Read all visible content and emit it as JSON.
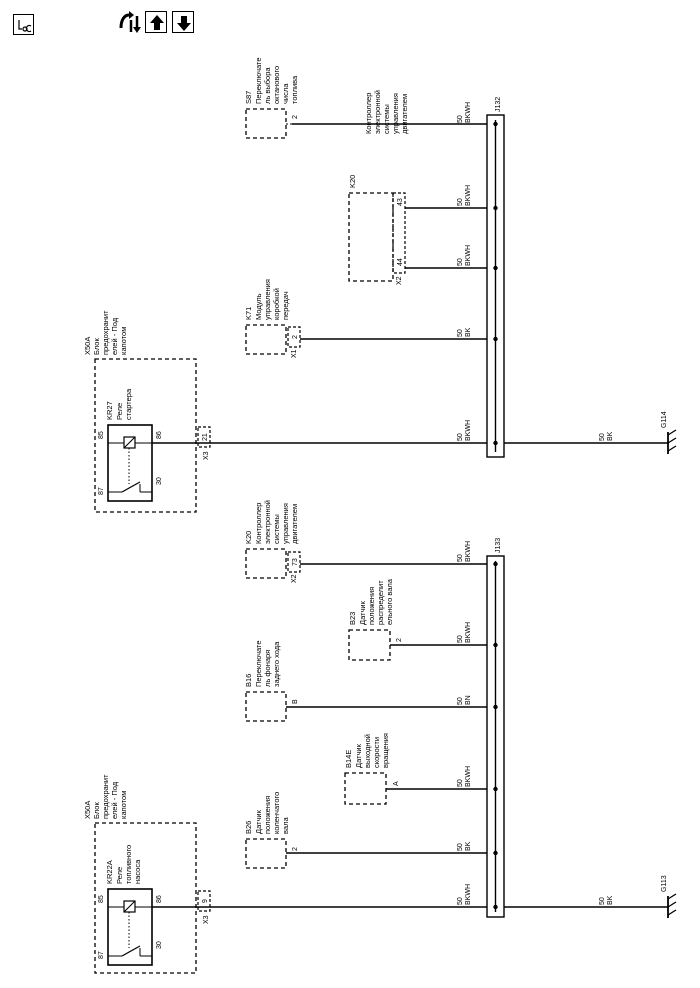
{
  "toolbar": {
    "loc_label": "LOC",
    "icons": [
      "locator-icon",
      "swap-icon",
      "arrow-up-icon",
      "arrow-down-icon"
    ]
  },
  "diagram": {
    "top": {
      "x50a": {
        "id": "X50A",
        "name": [
          "Блок",
          "предохранит",
          "елей - Под",
          "капотом"
        ]
      },
      "kr27": {
        "id": "KR27",
        "name": [
          "Реле",
          "стартера"
        ],
        "pin85": "85",
        "pin86": "86",
        "pin87": "87",
        "pin30": "30"
      },
      "x3_pin": "21",
      "x3_label": "X3",
      "s87": {
        "id": "S87",
        "name": [
          "Переключате",
          "ль выбора",
          "октанового",
          "числа",
          "топлива"
        ],
        "pin": "2"
      },
      "k20": {
        "id": "K20",
        "name": [
          "Контроллер",
          "электронной",
          "системы",
          "управления",
          "двигателем"
        ],
        "pin_a": "43",
        "pin_b": "44",
        "conn": "X2"
      },
      "k71": {
        "id": "K71",
        "name": [
          "Модуль",
          "управления",
          "коробкой",
          "передач"
        ],
        "pin": "2",
        "conn": "X1"
      },
      "splice": "J132",
      "wires": [
        {
          "gauge": "50",
          "color": "BKWH"
        },
        {
          "gauge": "50",
          "color": "BKWH"
        },
        {
          "gauge": "50",
          "color": "BKWH"
        },
        {
          "gauge": "50",
          "color": "BK"
        },
        {
          "gauge": "50",
          "color": "BKWH"
        }
      ],
      "ground_wire": {
        "gauge": "50",
        "color": "BK"
      },
      "ground": "G114"
    },
    "bottom": {
      "x50a": {
        "id": "X50A",
        "name": [
          "Блок",
          "предохранит",
          "елей - Под",
          "капотом"
        ]
      },
      "kr22a": {
        "id": "KR22A",
        "name": [
          "Реле",
          "топливного",
          "насоса"
        ],
        "pin85": "85",
        "pin86": "86",
        "pin87": "87",
        "pin30": "30"
      },
      "x3_pin": "9",
      "x3_label": "X3",
      "k20": {
        "id": "K20",
        "name": [
          "Контроллер",
          "электронной",
          "системы",
          "управления",
          "двигателем"
        ],
        "pin": "73",
        "conn": "X2"
      },
      "b23": {
        "id": "B23",
        "name": [
          "Датчик",
          "положения",
          "распределит",
          "ельного вала"
        ],
        "pin": "2"
      },
      "b16": {
        "id": "B16",
        "name": [
          "Переключате",
          "ль фонаря",
          "заднего хода"
        ],
        "pin": "B"
      },
      "b14e": {
        "id": "B14E",
        "name": [
          "Датчик",
          "выходной",
          "скорости",
          "вращения"
        ],
        "pin": "A"
      },
      "b26": {
        "id": "B26",
        "name": [
          "Датчик",
          "положения",
          "коленчатого",
          "вала"
        ],
        "pin": "2"
      },
      "splice": "J133",
      "wires": [
        {
          "gauge": "50",
          "color": "BKWH"
        },
        {
          "gauge": "50",
          "color": "BKWH"
        },
        {
          "gauge": "50",
          "color": "BN"
        },
        {
          "gauge": "50",
          "color": "BKWH"
        },
        {
          "gauge": "50",
          "color": "BK"
        },
        {
          "gauge": "50",
          "color": "BKWH"
        }
      ],
      "ground_wire": {
        "gauge": "50",
        "color": "BK"
      },
      "ground": "G113"
    }
  }
}
